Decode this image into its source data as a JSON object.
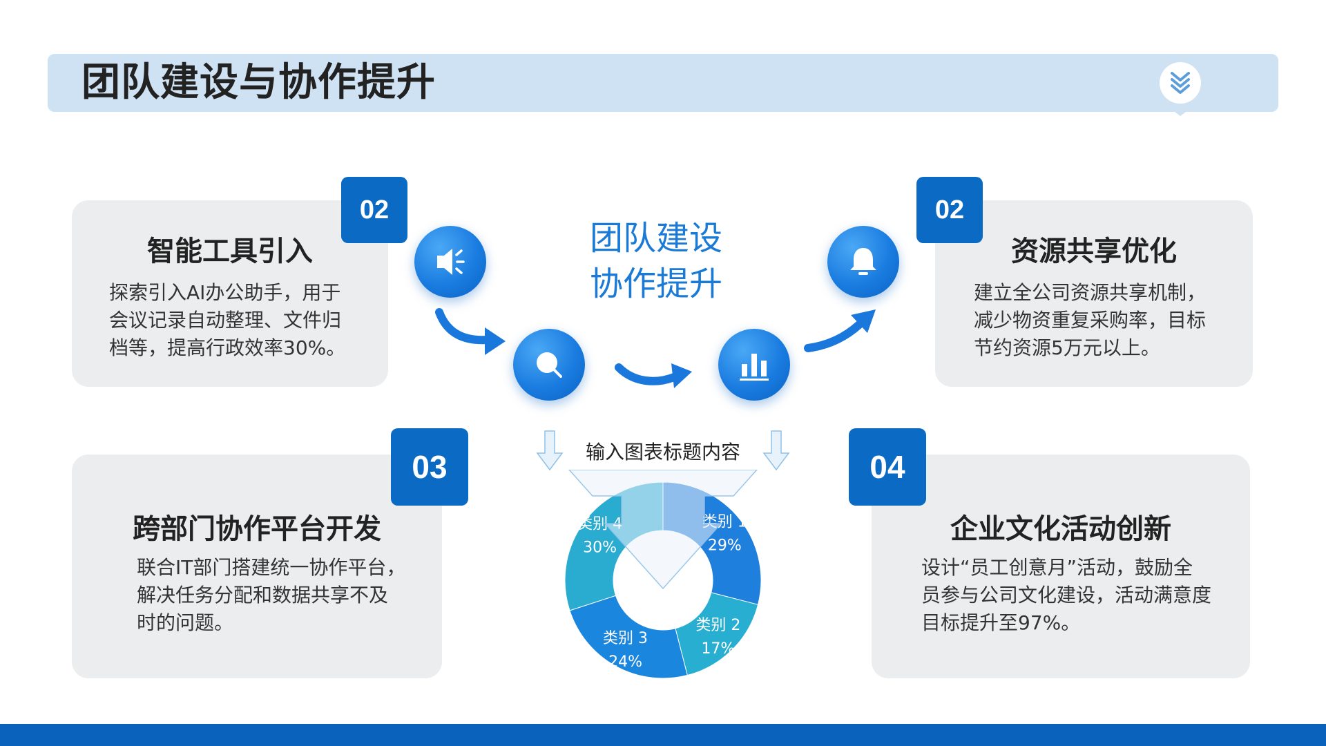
{
  "header": {
    "title": "团队建设与协作提升"
  },
  "center": {
    "line1": "团队建设",
    "line2": "协作提升"
  },
  "cards": [
    {
      "number": "02",
      "title": "智能工具引入",
      "text": "探索引入AI办公助手，用于\n会议记录自动整理、文件归\n档等，提高行政效率30%。"
    },
    {
      "number": "02",
      "title": "资源共享优化",
      "text": "建立全公司资源共享机制，\n减少物资重复采购率，目标\n节约资源5万元以上。"
    },
    {
      "number": "03",
      "title": "跨部门协作平台开发",
      "text": "联合IT部门搭建统一协作平台，\n解决任务分配和数据共享不及\n时的问题。"
    },
    {
      "number": "04",
      "title": "企业文化活动创新",
      "text": "设计“员工创意月”活动，鼓励全\n员参与公司文化建设，活动满意度\n目标提升至97%。"
    }
  ],
  "icons": [
    "speaker-icon",
    "search-icon",
    "bar-chart-icon",
    "bell-icon"
  ],
  "chart_data": {
    "type": "pie",
    "title": "输入图表标题内容",
    "categories": [
      "类别 1",
      "类别 2",
      "类别 3",
      "类别 4"
    ],
    "values": [
      29,
      17,
      24,
      30
    ],
    "labels": [
      "29%",
      "17%",
      "24%",
      "30%"
    ],
    "colors": [
      "#1f7fdc",
      "#27aed1",
      "#1b86dd",
      "#29acd0"
    ]
  },
  "colors": {
    "accent": "#0b6bc4",
    "title_bar": "#cfe2f3",
    "card_bg": "#ebedef",
    "center_text": "#1a7ad6"
  }
}
